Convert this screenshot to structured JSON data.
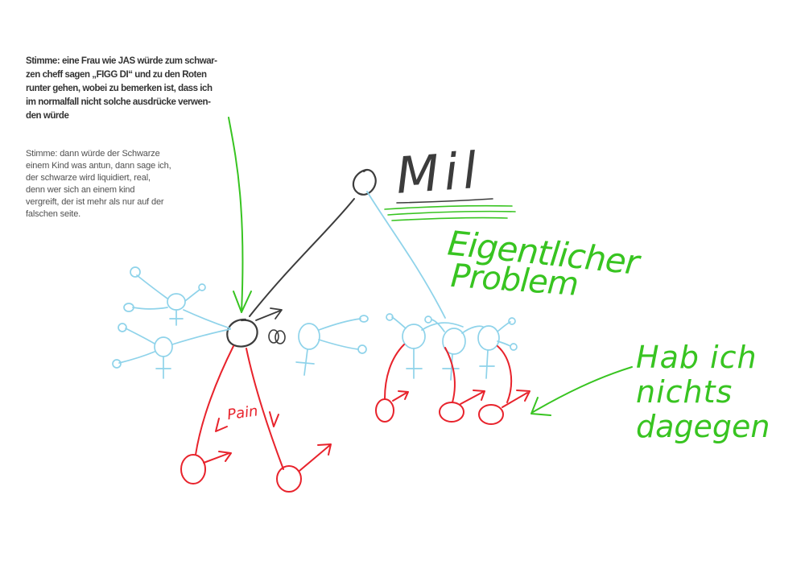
{
  "statements": {
    "bold_lines": [
      "Stimme: eine Frau wie JAS würde zum schwar-",
      "zen cheff sagen „FIGG DI“ und zu den Roten",
      "runter gehen, wobei zu bemerken ist, dass ich",
      "im normalfall nicht solche ausdrücke verwen-",
      "den würde"
    ],
    "plain_lines": [
      "Stimme: dann würde der Schwarze",
      "einem Kind was antun, dann sage ich,",
      "der schwarze wird liquidiert, real,",
      "denn wer sich an einem kind",
      "vergreift, der ist mehr als nur auf der",
      "falschen seite."
    ]
  },
  "handwriting": {
    "top_label": "Mil",
    "problem_label": [
      "Eigentlicher",
      "Problem"
    ],
    "pain_label": "Pain",
    "note_label": [
      "Hab ich",
      "nichts",
      "dagegen"
    ]
  },
  "colors": {
    "black": "#3c3c3c",
    "cyan": "#8fd3ea",
    "red": "#e8232c",
    "green": "#38c421",
    "text": "#333333"
  }
}
